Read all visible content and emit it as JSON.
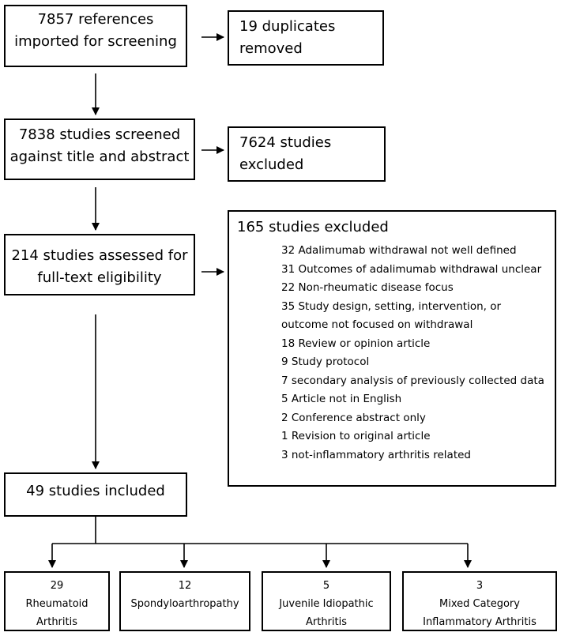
{
  "boxes": {
    "imported": {
      "line1": "7857 references",
      "line2": "imported for screening"
    },
    "duplicates": {
      "line1": "19 duplicates",
      "line2": "removed"
    },
    "screened": {
      "line1": "7838 studies screened",
      "line2": "against title and abstract"
    },
    "excluded_screen": {
      "line1": "7624 studies",
      "line2": "excluded"
    },
    "assessed": {
      "line1": "214 studies assessed for",
      "line2": "full-text eligibility"
    },
    "included": {
      "text": "49 studies included"
    }
  },
  "exclusions": {
    "title": "165 studies excluded",
    "items": [
      "32  Adalimumab withdrawal not well defined",
      "31  Outcomes of adalimumab withdrawal unclear",
      "22 Non-rheumatic disease focus",
      "35  Study design, setting, intervention, or",
      "outcome not focused on withdrawal",
      "18  Review or opinion article",
      "9  Study protocol",
      "7  secondary analysis of previously collected data",
      "5  Article not in English",
      "2  Conference abstract only",
      "1  Revision to original article",
      "3 not-inflammatory arthritis related"
    ]
  },
  "categories": [
    {
      "count": "29",
      "line1": "Rheumatoid",
      "line2": "Arthritis"
    },
    {
      "count": "12",
      "line1": "Spondyloarthropathy",
      "line2": ""
    },
    {
      "count": "5",
      "line1": "Juvenile Idiopathic",
      "line2": "Arthritis"
    },
    {
      "count": "3",
      "line1": "Mixed Category",
      "line2": "Inflammatory Arthritis"
    }
  ]
}
